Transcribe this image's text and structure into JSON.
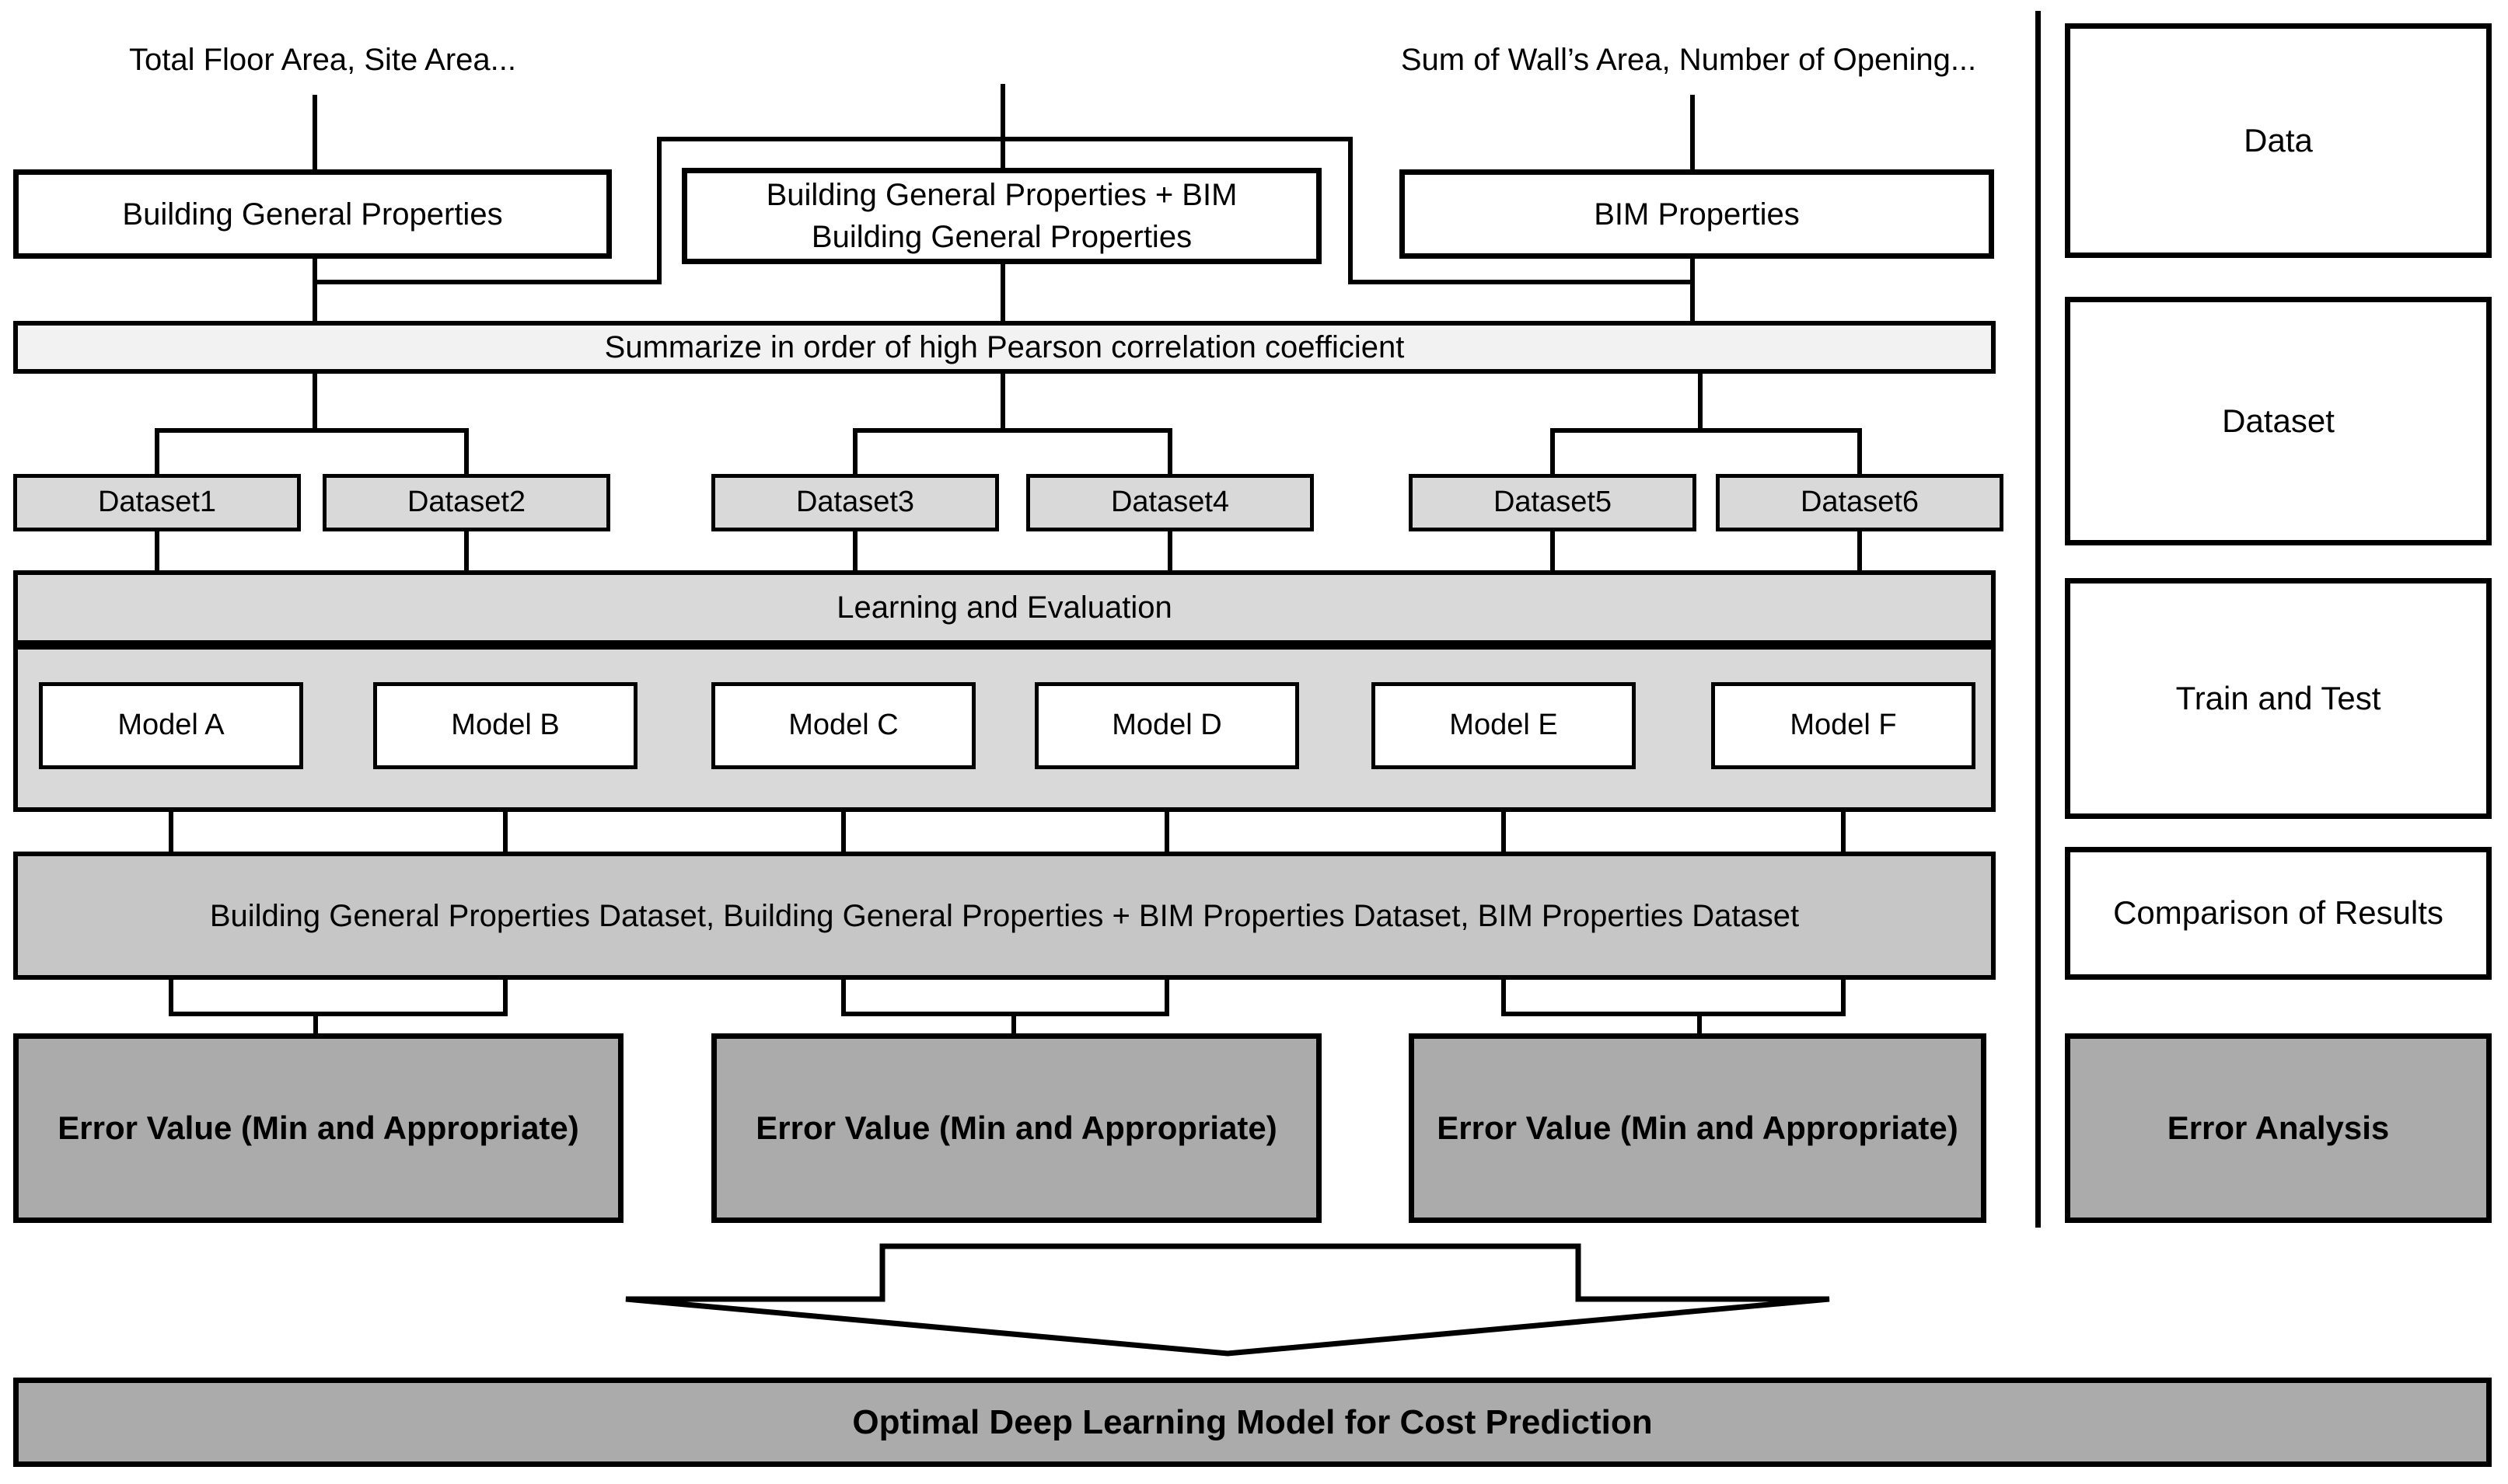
{
  "top_labels": {
    "left": "Total Floor Area, Site Area...",
    "right": "Sum of Wall’s Area, Number of Opening..."
  },
  "source_boxes": {
    "left": "Building General Properties",
    "middle_line1": "Building General Properties + BIM",
    "middle_line2": "Building General Properties",
    "right": "BIM Properties"
  },
  "summarize_bar": {
    "label": "Summarize in order of high Pearson correlation coefficient"
  },
  "datasets": [
    "Dataset1",
    "Dataset2",
    "Dataset3",
    "Dataset4",
    "Dataset5",
    "Dataset6"
  ],
  "learning": {
    "title": "Learning and Evaluation",
    "models": [
      "Model A",
      "Model B",
      "Model C",
      "Model D",
      "Model E",
      "Model F"
    ]
  },
  "results_bar": {
    "label": "Building General Properties Dataset, Building General Properties + BIM Properties Dataset, BIM Properties Dataset"
  },
  "error_boxes": [
    "Error Value (Min and Appropriate)",
    "Error Value (Min and Appropriate)",
    "Error Value (Min and Appropriate)"
  ],
  "final_bar": {
    "label": "Optimal Deep Learning Model for Cost Prediction"
  },
  "sidebar": {
    "items": [
      "Data",
      "Dataset",
      "Train and Test",
      "Comparison of Results",
      "Error Analysis"
    ]
  },
  "colors": {
    "box_white": "#ffffff",
    "summarize_fill": "#f2f2f2",
    "dataset_fill": "#d9d9d9",
    "results_fill": "#c6c6c6",
    "dark_fill": "#ababab",
    "line": "#000000"
  }
}
